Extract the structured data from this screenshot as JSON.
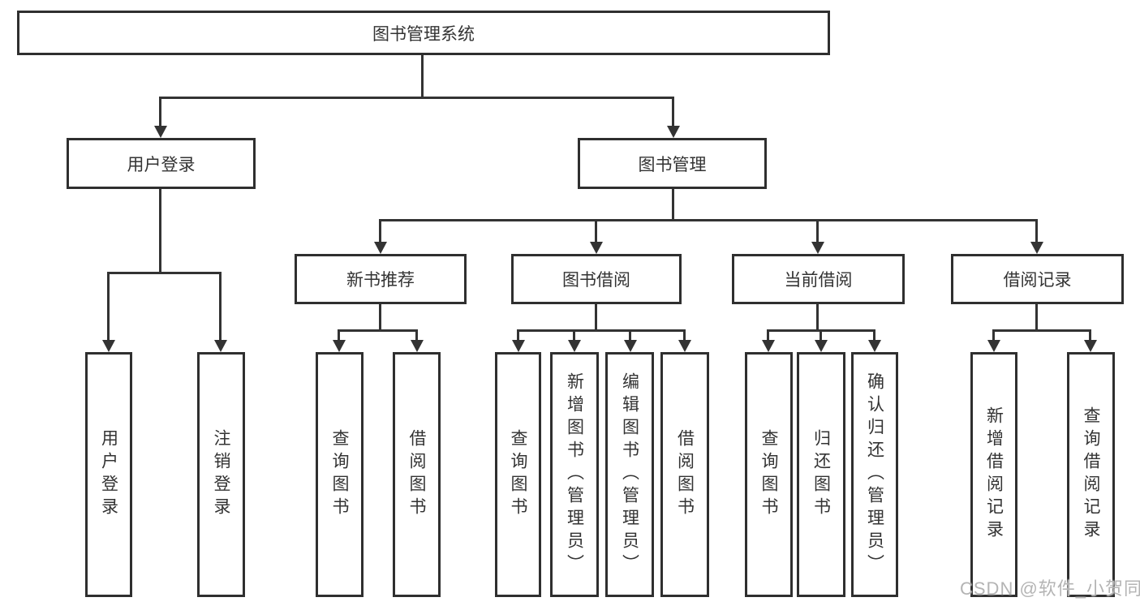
{
  "tree": {
    "label": "图书管理系统",
    "children": [
      {
        "label": "用户登录",
        "children": [
          {
            "label": "用户登录"
          },
          {
            "label": "注销登录"
          }
        ]
      },
      {
        "label": "图书管理",
        "children": [
          {
            "label": "新书推荐",
            "children": [
              {
                "label": "查询图书"
              },
              {
                "label": "借阅图书"
              }
            ]
          },
          {
            "label": "图书借阅",
            "children": [
              {
                "label": "查询图书"
              },
              {
                "label": "新增图书（管理员）"
              },
              {
                "label": "编辑图书（管理员）"
              },
              {
                "label": "借阅图书"
              }
            ]
          },
          {
            "label": "当前借阅",
            "children": [
              {
                "label": "查询图书"
              },
              {
                "label": "归还图书"
              },
              {
                "label": "确认归还（管理员）"
              }
            ]
          },
          {
            "label": "借阅记录",
            "children": [
              {
                "label": "新增借阅记录"
              },
              {
                "label": "查询借阅记录"
              }
            ]
          }
        ]
      }
    ]
  },
  "watermark": {
    "text": "CSDN @软件_小贺同学"
  },
  "colors": {
    "line": "#333333",
    "box_border": "#2f2f2f",
    "text": "#333333",
    "watermark": "#b4b4b4",
    "background": "#ffffff"
  }
}
